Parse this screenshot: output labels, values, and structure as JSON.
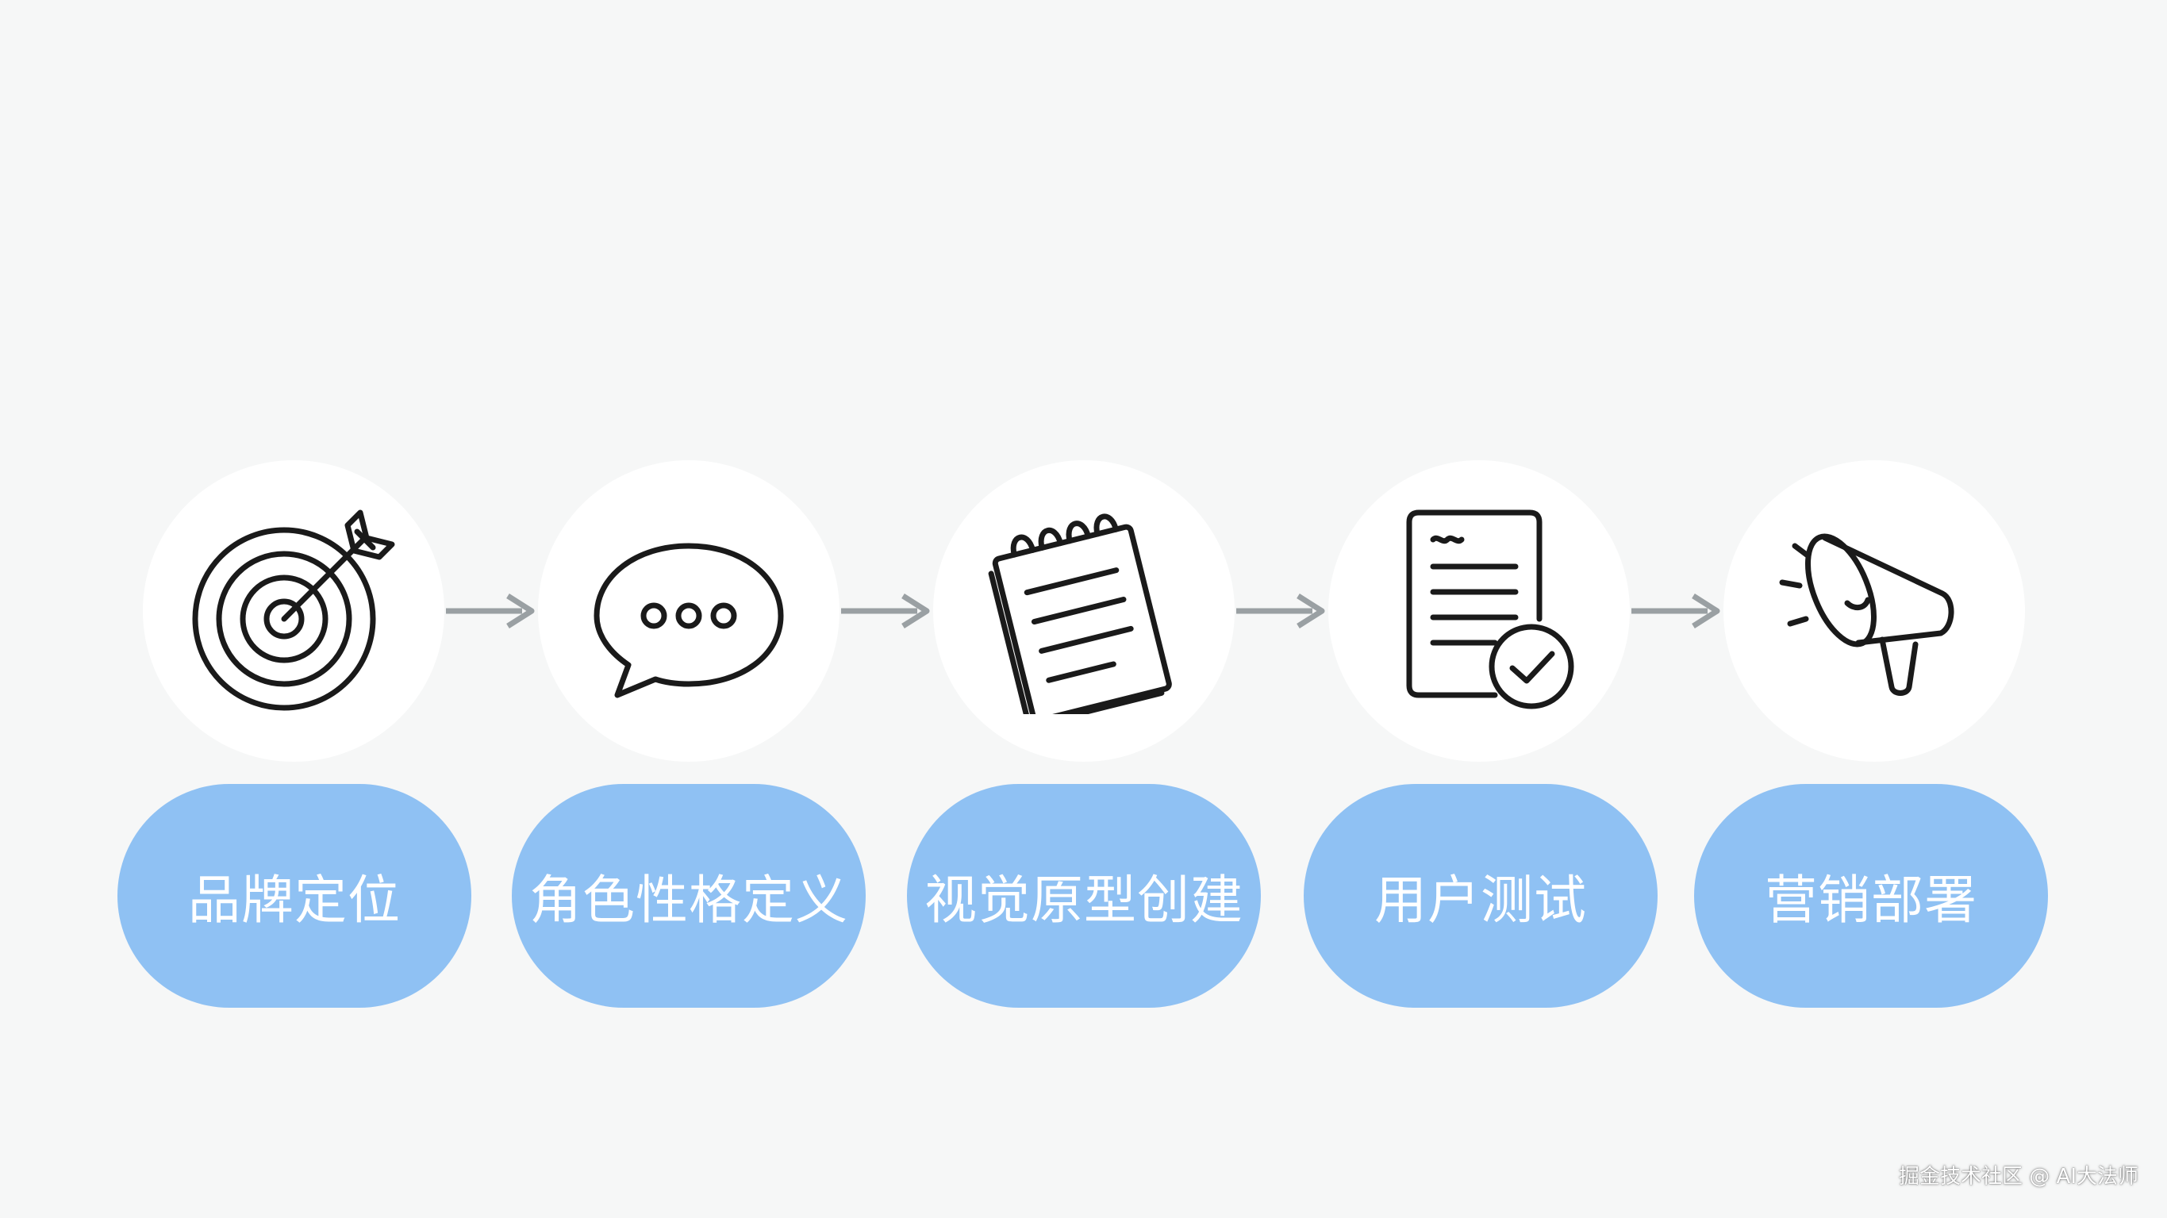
{
  "steps": [
    {
      "label": "品牌定位",
      "icon": "target-arrow-icon"
    },
    {
      "label": "角色性格定义",
      "icon": "speech-bubble-icon"
    },
    {
      "label": "视觉原型创建",
      "icon": "notepad-icon"
    },
    {
      "label": "用户测试",
      "icon": "document-check-icon"
    },
    {
      "label": "营销部署",
      "icon": "megaphone-icon"
    }
  ],
  "watermark": "掘金技术社区 @ AI大法师",
  "colors": {
    "background": "#f6f7f7",
    "pill": "#8fc1f3",
    "arrow": "#9aa0a3",
    "icon_stroke": "#1a1a1a"
  }
}
